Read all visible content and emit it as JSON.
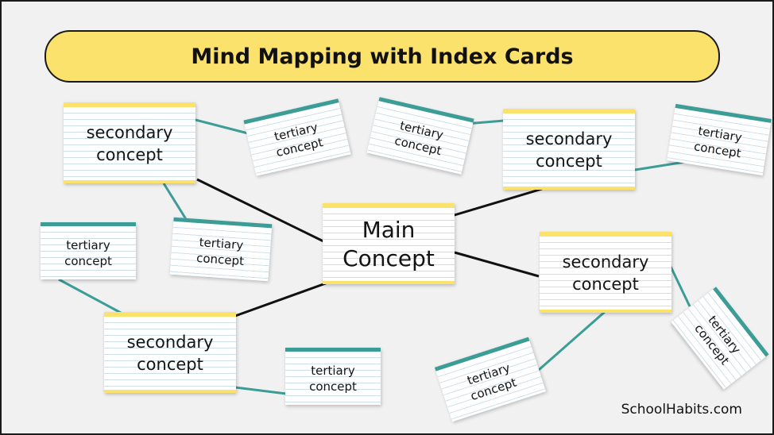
{
  "title": "Mind Mapping with Index Cards",
  "main_concept": "Main\nConcept",
  "secondary_label": "secondary\nconcept",
  "tertiary_label": "tertiary\nconcept",
  "brand": "SchoolHabits.com",
  "colors": {
    "title_fill": "#fbe26d",
    "card_yellow_edge": "#fbe26d",
    "card_teal_edge": "#3b9d96",
    "primary_link": "#111111",
    "secondary_link": "#3b9d96",
    "background": "#f1f1f1"
  }
}
